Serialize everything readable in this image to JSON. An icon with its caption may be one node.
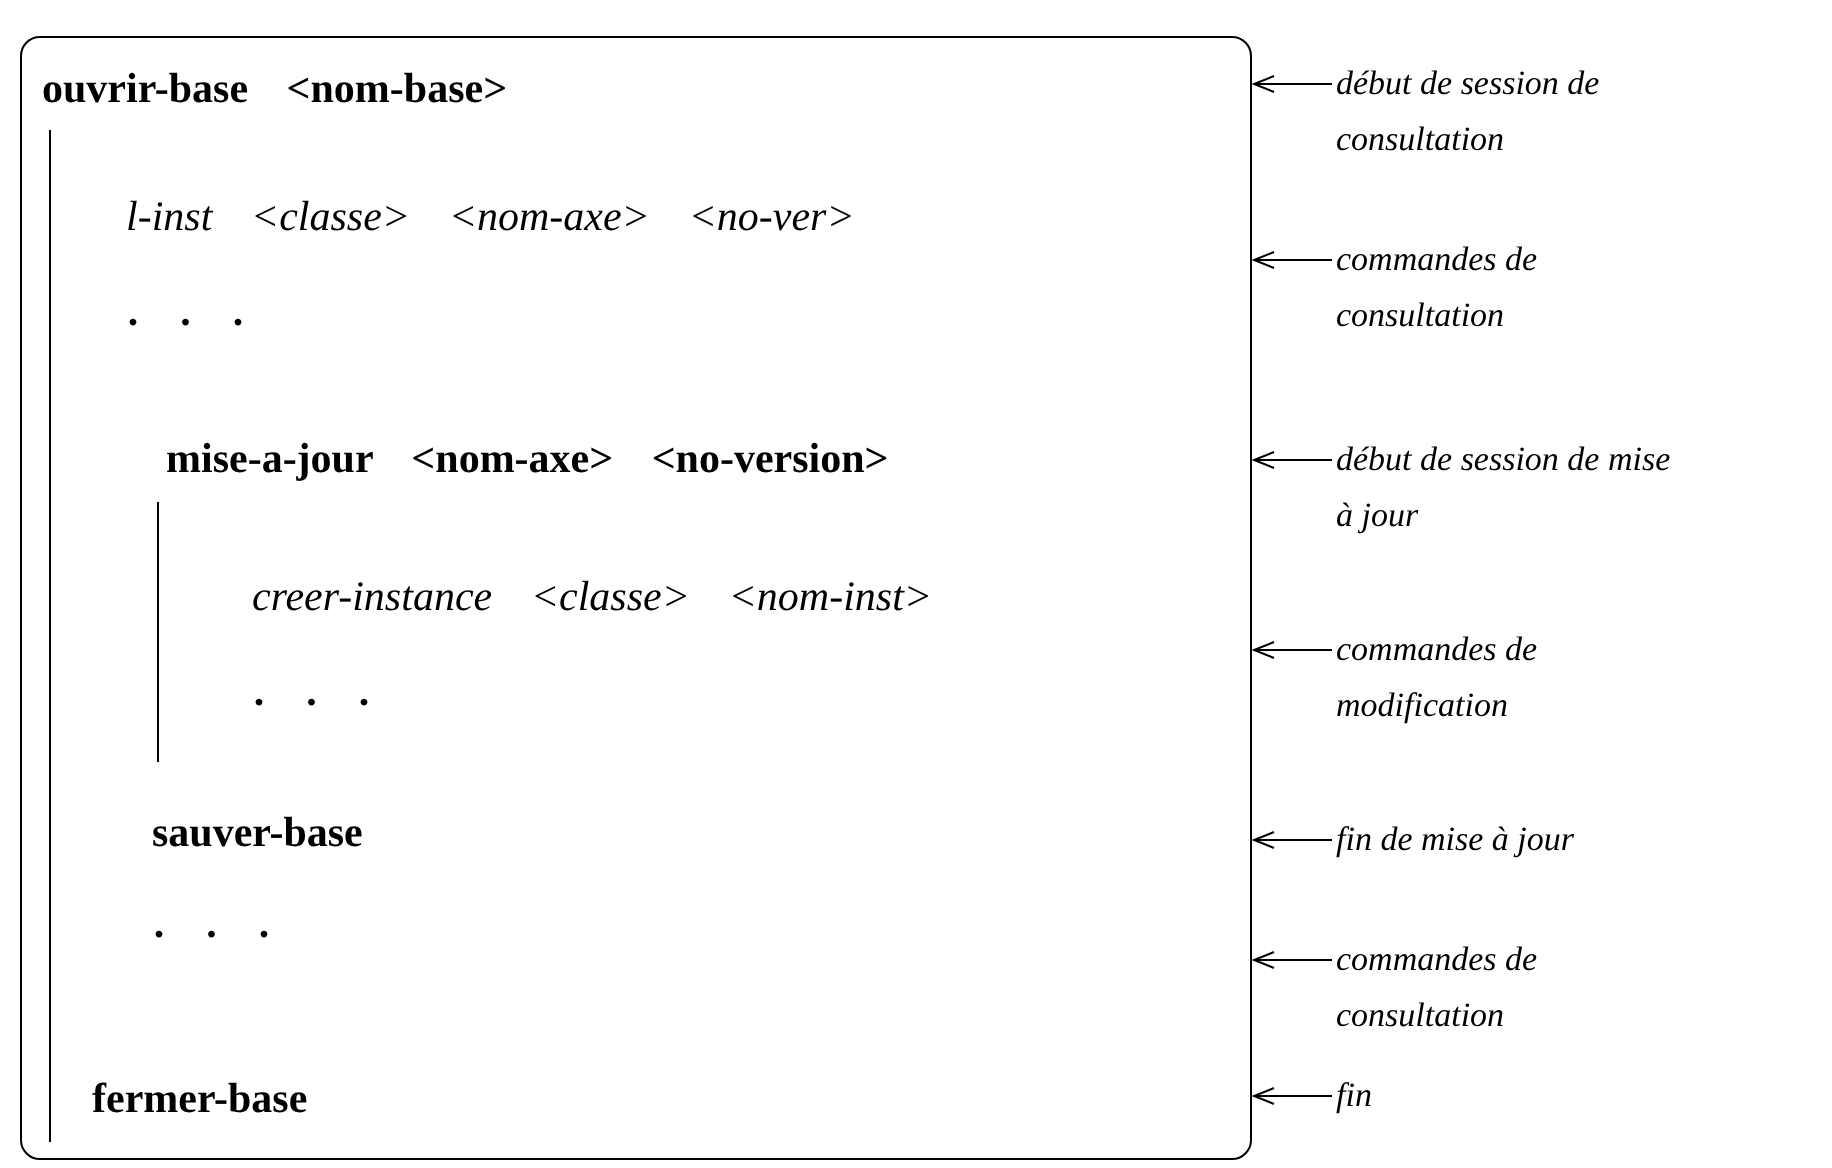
{
  "diagram": {
    "nodes": [
      {
        "text": [],
        "shape": "box"
      },
      {
        "text": [
          "ouvrir-base <nom-base>"
        ],
        "in": 0
      },
      {
        "text": [
          "l-inst <classe> <nom-axe> <no-ver>"
        ],
        "in": 0
      },
      {
        "text": [
          "· · ·"
        ],
        "in": 0
      },
      {
        "text": [
          "mise-a-jour <nom-axe> <no-version>"
        ],
        "in": 0
      },
      {
        "text": [
          "creer-instance <classe> <nom-inst>"
        ],
        "in": 0
      },
      {
        "text": [
          "· · ·"
        ],
        "in": 0
      },
      {
        "text": [
          "sauver-base"
        ],
        "in": 0
      },
      {
        "text": [
          "· · ·"
        ],
        "in": 0
      },
      {
        "text": [
          "fermer-base"
        ],
        "in": 0
      },
      {
        "text": [
          "début de session de consultation"
        ]
      },
      {
        "text": [
          "commandes de consultation"
        ]
      },
      {
        "text": [
          "début de session de mise à jour"
        ]
      },
      {
        "text": [
          "commandes de modification"
        ]
      },
      {
        "text": [
          "fin de mise à jour"
        ]
      },
      {
        "text": [
          "commandes de consultation"
        ]
      },
      {
        "text": [
          "fin"
        ]
      }
    ],
    "edges": [
      {
        "from": 10,
        "to": 0,
        "arrow": "to"
      },
      {
        "from": 11,
        "to": 0,
        "arrow": "to"
      },
      {
        "from": 12,
        "to": 0,
        "arrow": "to"
      },
      {
        "from": 13,
        "to": 0,
        "arrow": "to"
      },
      {
        "from": 14,
        "to": 0,
        "arrow": "to"
      },
      {
        "from": 15,
        "to": 0,
        "arrow": "to"
      },
      {
        "from": 16,
        "to": 0,
        "arrow": "to"
      }
    ]
  }
}
